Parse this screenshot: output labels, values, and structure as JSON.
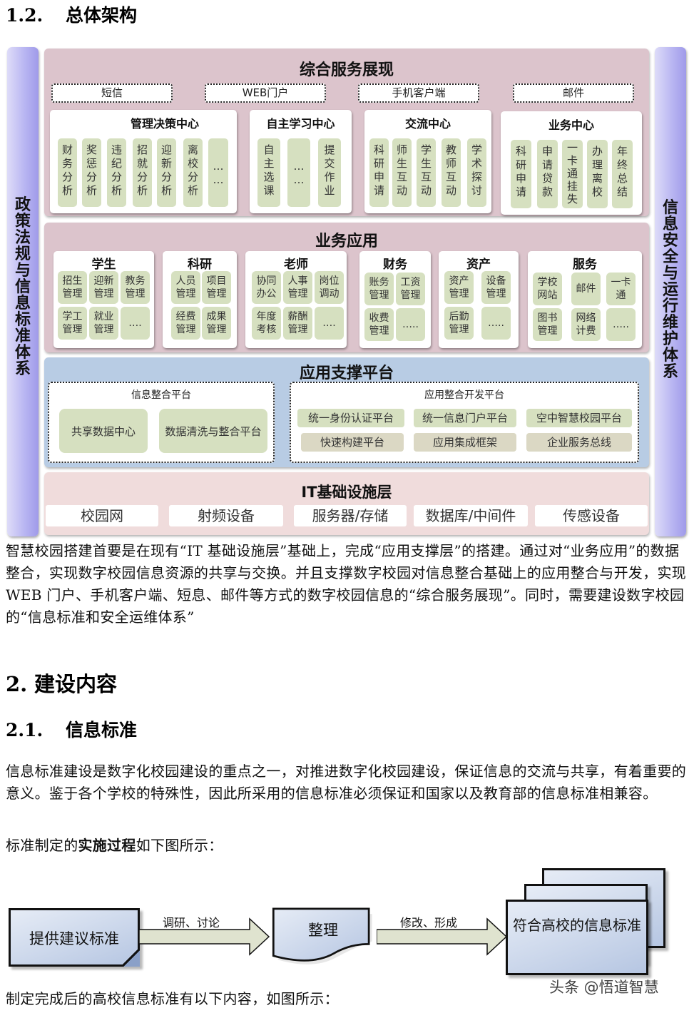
{
  "headings": {
    "h12": {
      "num": "1.2.",
      "title": "总体架构"
    },
    "h2": {
      "num": "2.",
      "title": "建设内容"
    },
    "h21": {
      "num": "2.1.",
      "title": "信息标准"
    }
  },
  "architecture": {
    "left_bar": "政策法规与信息标准体系",
    "right_bar": "信息安全与运行维护体系",
    "service_layer": {
      "title": "综合服务展现",
      "channels": [
        "短信",
        "WEB门户",
        "手机客户端",
        "邮件"
      ],
      "centers": [
        {
          "title": "管理决策中心",
          "items": [
            "财务分析",
            "奖惩分析",
            "违纪分析",
            "招就分析",
            "迎新分析",
            "离校分析",
            "……"
          ]
        },
        {
          "title": "自主学习中心",
          "items": [
            "自主选课",
            "……",
            "提交作业"
          ]
        },
        {
          "title": "交流中心",
          "items": [
            "科研申请",
            "师生互动",
            "学生互动",
            "教师互动",
            "学术探讨"
          ]
        },
        {
          "title": "业务中心",
          "items": [
            "科研申请",
            "申请贷款",
            "一卡通挂失",
            "办理离校",
            "年终总结"
          ]
        }
      ]
    },
    "business_layer": {
      "title": "业务应用",
      "groups": [
        {
          "title": "学生",
          "items": [
            "招生管理",
            "迎新管理",
            "教务管理",
            "学工管理",
            "就业管理",
            "…."
          ]
        },
        {
          "title": "科研",
          "items": [
            "人员管理",
            "项目管理",
            "经费管理",
            "成果管理"
          ]
        },
        {
          "title": "老师",
          "items": [
            "协同办公",
            "人事管理",
            "岗位调动",
            "年度考核",
            "薪酬管理",
            "…."
          ]
        },
        {
          "title": "财务",
          "items": [
            "账务管理",
            "工资管理",
            "收费管理",
            "….."
          ]
        },
        {
          "title": "资产",
          "items": [
            "资产管理",
            "设备管理",
            "后勤管理",
            "….."
          ]
        },
        {
          "title": "服务",
          "items": [
            "学校网站",
            "邮件",
            "一卡通",
            "图书管理",
            "网络计费",
            "….."
          ]
        }
      ]
    },
    "support_layer": {
      "title": "应用支撑平台",
      "info_platform": {
        "title": "信息整合平台",
        "items": [
          "共享数据中心",
          "数据清洗与整合平台"
        ]
      },
      "dev_platform": {
        "title": "应用整合开发平台",
        "items": [
          "统一身份认证平台",
          "统一信息门户平台",
          "空中智慧校园平台",
          "快速构建平台",
          "应用集成框架",
          "企业服务总线"
        ]
      }
    },
    "infra_layer": {
      "title": "IT基础设施层",
      "items": [
        "校园网",
        "射频设备",
        "服务器/存储",
        "数据库/中间件",
        "传感设备"
      ]
    }
  },
  "paragraphs": {
    "p1": "智慧校园搭建首要是在现有“IT 基础设施层”基础上，完成“应用支撑层”的搭建。通过对“业务应用”的数据整合，实现数字校园信息资源的共享与交换。并且支撑数字校园对信息整合基础上的应用整合与开发，实现 WEB 门户、手机客户端、短息、邮件等方式的数字校园信息的“综合服务展现”。同时，需要建设数字校园的“信息标准和安全运维体系”",
    "p2": "信息标准建设是数字化校园建设的重点之一，对推进数字化校园建设，保证信息的交流与共享，有着重要的意义。鉴于各个学校的特殊性，因此所采用的信息标准必须保证和国家以及教育部的信息标准相兼容。",
    "p3_pre": "标准制定的",
    "p3_bold": "实施过程",
    "p3_post": "如下图所示：",
    "p4": "制定完成后的高校信息标准有以下内容，如图所示："
  },
  "flow": {
    "step1": "提供建议标准",
    "arrow1": "调研、讨论",
    "step2": "整理",
    "arrow2": "修改、形成",
    "step3": "符合高校的信息标准",
    "colors": {
      "box_fill": "#b6c6e2",
      "arrow_fill": "#dfe3cf"
    }
  },
  "watermark": "头条 @悟道智慧",
  "colors": {
    "service_bg": "#dcc4cc",
    "support_bg": "#b8cce4",
    "infra_bg": "#f0dcdc",
    "pill_green": "#d6e0c0",
    "side_bar": "#b9b6f2"
  }
}
